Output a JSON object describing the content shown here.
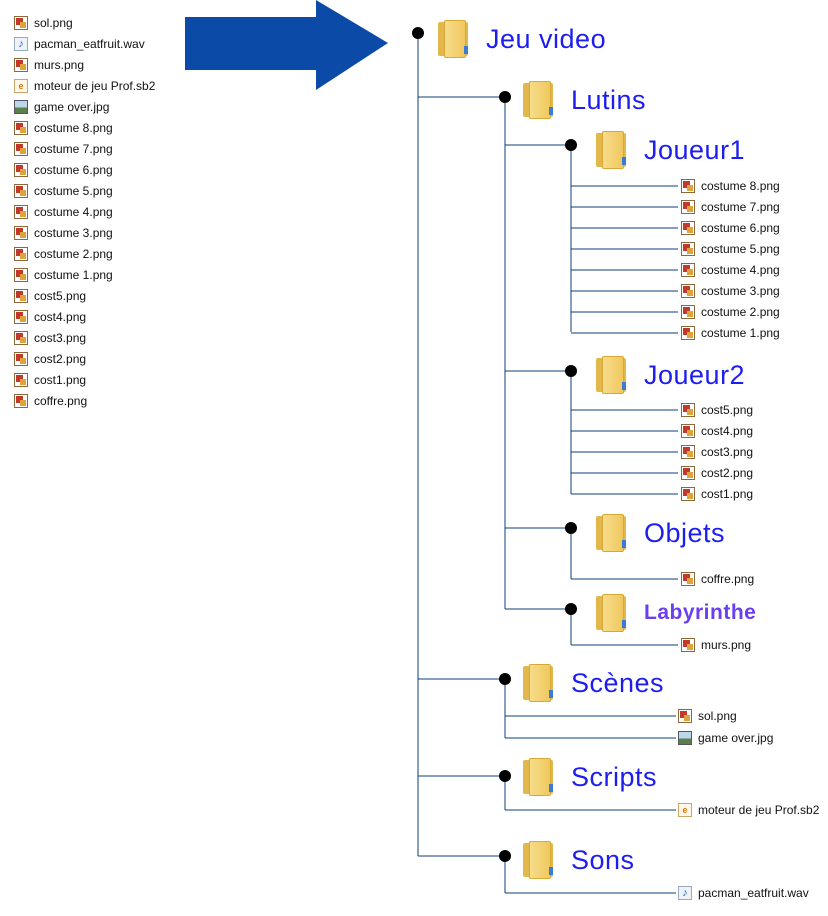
{
  "flat_list": [
    {
      "name": "sol.png",
      "type": "png"
    },
    {
      "name": "pacman_eatfruit.wav",
      "type": "wav"
    },
    {
      "name": "murs.png",
      "type": "png"
    },
    {
      "name": "moteur de jeu Prof.sb2",
      "type": "sb2"
    },
    {
      "name": "game over.jpg",
      "type": "jpg"
    },
    {
      "name": "costume 8.png",
      "type": "png"
    },
    {
      "name": "costume 7.png",
      "type": "png"
    },
    {
      "name": "costume 6.png",
      "type": "png"
    },
    {
      "name": "costume 5.png",
      "type": "png"
    },
    {
      "name": "costume 4.png",
      "type": "png"
    },
    {
      "name": "costume 3.png",
      "type": "png"
    },
    {
      "name": "costume 2.png",
      "type": "png"
    },
    {
      "name": "costume 1.png",
      "type": "png"
    },
    {
      "name": "cost5.png",
      "type": "png"
    },
    {
      "name": "cost4.png",
      "type": "png"
    },
    {
      "name": "cost3.png",
      "type": "png"
    },
    {
      "name": "cost2.png",
      "type": "png"
    },
    {
      "name": "cost1.png",
      "type": "png"
    },
    {
      "name": "coffre.png",
      "type": "png"
    }
  ],
  "tree": {
    "root": "Jeu video",
    "lutins": {
      "label": "Lutins",
      "joueur1": {
        "label": "Joueur1",
        "files": [
          "costume 8.png",
          "costume 7.png",
          "costume 6.png",
          "costume 5.png",
          "costume 4.png",
          "costume 3.png",
          "costume 2.png",
          "costume 1.png"
        ]
      },
      "joueur2": {
        "label": "Joueur2",
        "files": [
          "cost5.png",
          "cost4.png",
          "cost3.png",
          "cost2.png",
          "cost1.png"
        ]
      },
      "objets": {
        "label": "Objets",
        "files": [
          "coffre.png"
        ]
      },
      "labyrinthe": {
        "label": "Labyrinthe",
        "files": [
          "murs.png"
        ]
      }
    },
    "scenes": {
      "label": "Scènes",
      "files": [
        "sol.png",
        "game over.jpg"
      ]
    },
    "scripts": {
      "label": "Scripts",
      "files": [
        "moteur de jeu Prof.sb2"
      ]
    },
    "sons": {
      "label": "Sons",
      "files": [
        "pacman_eatfruit.wav"
      ]
    }
  },
  "colors": {
    "arrow": "#0c4aa8",
    "folder_text": "#1d1df0",
    "special_text": "#6a3ff0",
    "line": "#0d3f7a"
  }
}
